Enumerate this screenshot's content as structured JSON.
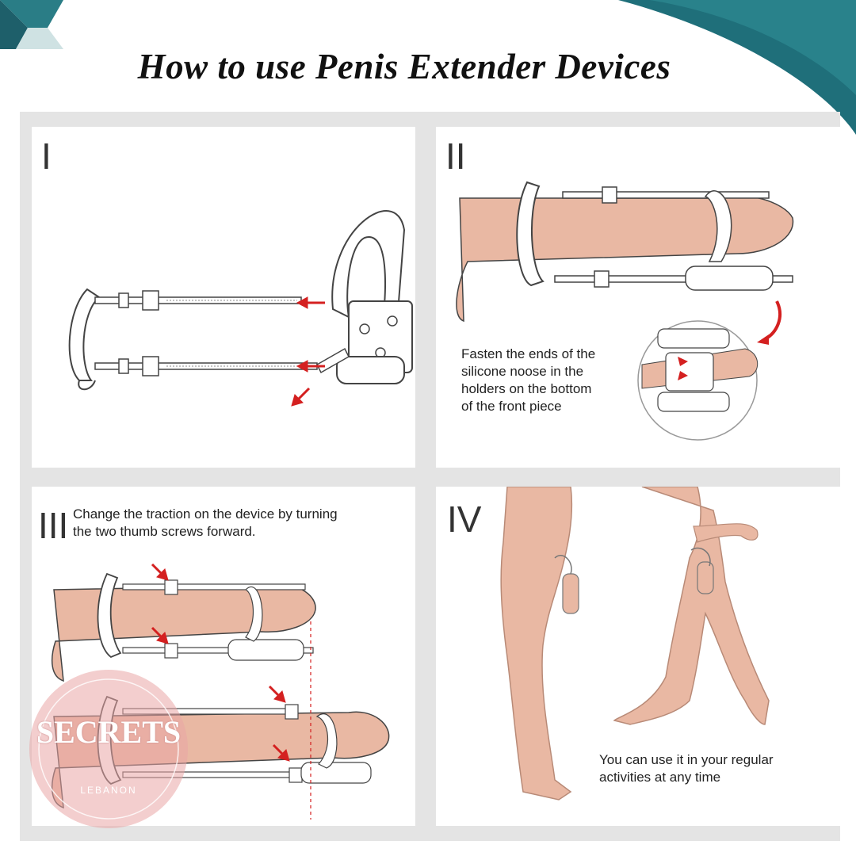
{
  "title": "How to use Penis Extender Devices",
  "colors": {
    "accent_teal": "#1f6f7a",
    "skin": "#e9b8a3",
    "arrow_red": "#d42020",
    "panel_bg": "#ffffff",
    "grid_bg": "#e4e4e4"
  },
  "steps": [
    {
      "numeral": "I",
      "caption": ""
    },
    {
      "numeral": "II",
      "caption_lines": [
        "Fasten the ends of the",
        "silicone noose in the",
        "holders on the bottom",
        "of the front piece"
      ]
    },
    {
      "numeral": "III",
      "caption_lines": [
        "Change the traction on the device by turning",
        "the two thumb screws forward."
      ]
    },
    {
      "numeral": "IV",
      "caption_lines": [
        "You can use it in your regular",
        "activities at any time"
      ]
    }
  ],
  "watermark": {
    "brand": "SECRETS",
    "sub": "LEBANON"
  }
}
